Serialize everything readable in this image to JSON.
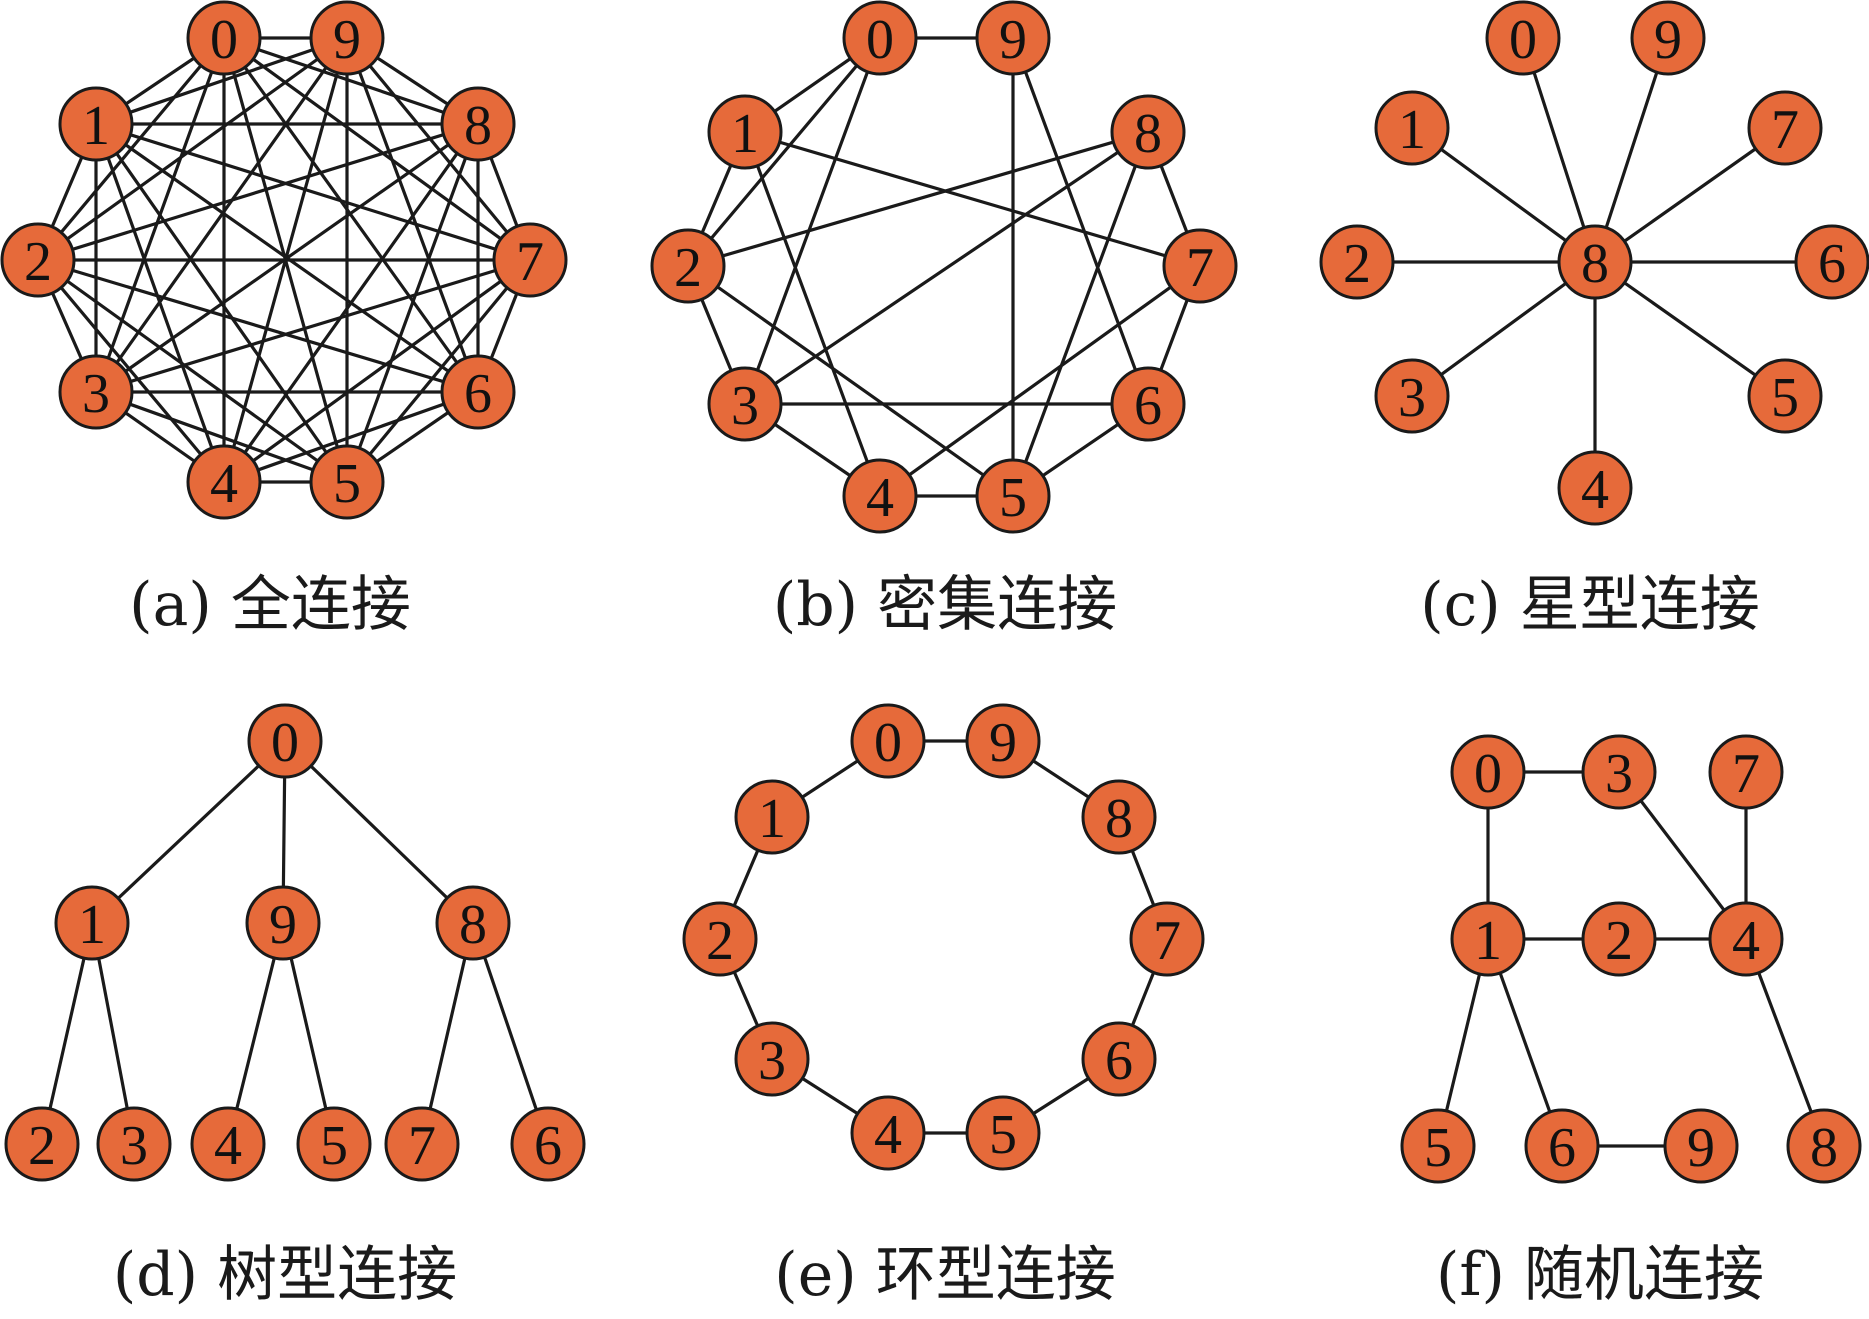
{
  "colors": {
    "node_fill": "#e66a3a",
    "node_stroke": "#1a1a1a",
    "edge": "#1a1a1a",
    "background": "#ffffff"
  },
  "diagrams": [
    {
      "id": "a",
      "caption": "(a) 全连接",
      "nodes": [
        "0",
        "1",
        "2",
        "3",
        "4",
        "5",
        "6",
        "7",
        "8",
        "9"
      ],
      "edges": "complete"
    },
    {
      "id": "b",
      "caption": "(b) 密集连接",
      "nodes": [
        "0",
        "1",
        "2",
        "3",
        "4",
        "5",
        "6",
        "7",
        "8",
        "9"
      ],
      "edges": [
        [
          "0",
          "9"
        ],
        [
          "0",
          "1"
        ],
        [
          "0",
          "2"
        ],
        [
          "0",
          "3"
        ],
        [
          "1",
          "2"
        ],
        [
          "1",
          "4"
        ],
        [
          "1",
          "7"
        ],
        [
          "2",
          "3"
        ],
        [
          "2",
          "8"
        ],
        [
          "3",
          "4"
        ],
        [
          "3",
          "6"
        ],
        [
          "3",
          "8"
        ],
        [
          "4",
          "5"
        ],
        [
          "4",
          "7"
        ],
        [
          "5",
          "6"
        ],
        [
          "5",
          "9"
        ],
        [
          "5",
          "2"
        ],
        [
          "6",
          "7"
        ],
        [
          "7",
          "8"
        ],
        [
          "8",
          "5"
        ],
        [
          "9",
          "6"
        ]
      ]
    },
    {
      "id": "c",
      "caption": "(c) 星型连接",
      "nodes": [
        "0",
        "1",
        "2",
        "3",
        "4",
        "5",
        "6",
        "7",
        "8",
        "9"
      ],
      "edges": [
        [
          "8",
          "0"
        ],
        [
          "8",
          "1"
        ],
        [
          "8",
          "2"
        ],
        [
          "8",
          "3"
        ],
        [
          "8",
          "4"
        ],
        [
          "8",
          "5"
        ],
        [
          "8",
          "6"
        ],
        [
          "8",
          "7"
        ],
        [
          "8",
          "9"
        ]
      ]
    },
    {
      "id": "d",
      "caption": "(d) 树型连接",
      "nodes": [
        "0",
        "1",
        "9",
        "8",
        "2",
        "3",
        "4",
        "5",
        "7",
        "6"
      ],
      "edges": [
        [
          "0",
          "1"
        ],
        [
          "0",
          "9"
        ],
        [
          "0",
          "8"
        ],
        [
          "1",
          "2"
        ],
        [
          "1",
          "3"
        ],
        [
          "9",
          "4"
        ],
        [
          "9",
          "5"
        ],
        [
          "8",
          "7"
        ],
        [
          "8",
          "6"
        ]
      ]
    },
    {
      "id": "e",
      "caption": "(e) 环型连接",
      "nodes": [
        "0",
        "1",
        "2",
        "3",
        "4",
        "5",
        "6",
        "7",
        "8",
        "9"
      ],
      "edges": [
        [
          "0",
          "9"
        ],
        [
          "9",
          "8"
        ],
        [
          "8",
          "7"
        ],
        [
          "7",
          "6"
        ],
        [
          "6",
          "5"
        ],
        [
          "5",
          "4"
        ],
        [
          "4",
          "3"
        ],
        [
          "3",
          "2"
        ],
        [
          "2",
          "1"
        ],
        [
          "1",
          "0"
        ]
      ]
    },
    {
      "id": "f",
      "caption": "(f) 随机连接",
      "nodes": [
        "0",
        "3",
        "7",
        "1",
        "2",
        "4",
        "5",
        "6",
        "9",
        "8"
      ],
      "edges": [
        [
          "0",
          "3"
        ],
        [
          "0",
          "1"
        ],
        [
          "1",
          "2"
        ],
        [
          "2",
          "4"
        ],
        [
          "3",
          "4"
        ],
        [
          "7",
          "4"
        ],
        [
          "1",
          "5"
        ],
        [
          "1",
          "6"
        ],
        [
          "6",
          "9"
        ],
        [
          "4",
          "8"
        ]
      ]
    }
  ]
}
